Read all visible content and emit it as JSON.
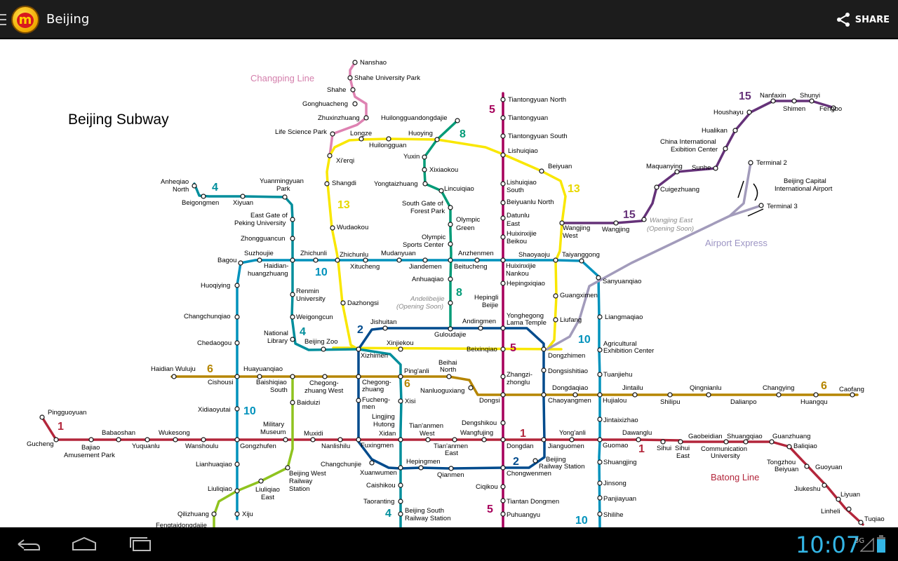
{
  "app": {
    "title": "Beijing",
    "share_label": "SHARE"
  },
  "map": {
    "title": "Beijing Subway",
    "line_labels": {
      "changping": "Changping Line",
      "airport": "Airport Express",
      "batong": "Batong Line",
      "l1a": "1",
      "l1b": "1",
      "l1c": "1",
      "l2a": "2",
      "l2b": "2",
      "l4a": "4",
      "l4b": "4",
      "l4c": "4",
      "l5a": "5",
      "l5b": "5",
      "l5c": "5",
      "l6a": "6",
      "l6b": "6",
      "l6c": "6",
      "l8a": "8",
      "l8b": "8",
      "l10a": "10",
      "l10b": "10",
      "l10c": "10",
      "l10d": "10",
      "l13a": "13",
      "l13b": "13",
      "l15a": "15",
      "l15b": "15"
    },
    "stations": {
      "nanshao": "Nanshao",
      "shahe_univ": "Shahe University Park",
      "shahe": "Shahe",
      "gonghuacheng": "Gonghuacheng",
      "zhuxinzhuang": "Zhuxinzhuang",
      "life_science": "Life Science Park",
      "huilongguandongdajie": "Huilongguandongdajie",
      "longze": "Longze",
      "huoying": "Huoying",
      "huilongguan": "Huilongguan",
      "xierqi": "Xi'erqi",
      "yuxin": "Yuxin",
      "xixiaokou": "Xixiaokou",
      "shangdi": "Shangdi",
      "yongtaizhuang": "Yongtaizhuang",
      "lincuiqiao": "Lincuiqiao",
      "south_gate_1": "South Gate of",
      "south_gate_2": "Forest Park",
      "wudaokou": "Wudaokou",
      "olympic_green_1": "Olympic",
      "olympic_green_2": "Green",
      "olympic_sports_1": "Olympic",
      "olympic_sports_2": "Sports Center",
      "anheqiao_north_1": "Anheqiao",
      "anheqiao_north_2": "North",
      "beigongmen": "Beigongmen",
      "xiyuan": "Xiyuan",
      "yuanmingyuan_1": "Yuanmingyuan",
      "yuanmingyuan_2": "Park",
      "peking_univ_1": "East Gate of",
      "peking_univ_2": "Peking University",
      "zhongguancun": "Zhongguancun",
      "bagou": "Bagou",
      "suzhoujie": "Suzhoujie",
      "haidianhuangzhuang_1": "Haidian-",
      "haidianhuangzhuang_2": "huangzhuang",
      "zhichunli": "Zhichunli",
      "zhichunlu": "Zhichunlu",
      "xitucheng": "Xitucheng",
      "mudanyuan": "Mudanyuan",
      "jiandemen": "Jiandemen",
      "beitucheng": "Beitucheng",
      "anzhenmen": "Anzhenmen",
      "huixinxijie_beikou_1": "Huixinxijie",
      "huixinxijie_beikou_2": "Beikou",
      "huixinxijie_nankou_1": "Huixinxijie",
      "huixinxijie_nankou_2": "Nankou",
      "shaoyaoju": "Shaoyaoju",
      "taiyanggong": "Taiyanggong",
      "tiantongyuan_north": "Tiantongyuan North",
      "tiantongyuan": "Tiantongyuan",
      "tiantongyuan_south": "Tiantongyuan South",
      "lishuiqiao": "Lishuiqiao",
      "lishuiqiao_south_1": "Lishuiqiao",
      "lishuiqiao_south_2": "South",
      "beiyuanlu_north": "Beiyuanlu North",
      "datunlu_east_1": "Datunlu",
      "datunlu_east_2": "East",
      "beiyuan": "Beiyuan",
      "wangjing_west_1": "Wangjing",
      "wangjing_west_2": "West",
      "wangjing": "Wangjing",
      "wangjing_east_1": "Wangjing East",
      "wangjing_east_2": "(Opening Soon)",
      "nanfaxin": "Nanfaxin",
      "shunyi": "Shunyi",
      "houshayu": "Houshayu",
      "shimen": "Shimen",
      "fengbo": "Fengbo",
      "hualikan": "Hualikan",
      "china_exhibition_1": "China International",
      "china_exhibition_2": "Exibition Center",
      "maquanying": "Maquanying",
      "sunhe": "Sunhe",
      "cuigezhuang": "Cuigezhuang",
      "terminal2": "Terminal 2",
      "terminal3": "Terminal 3",
      "capital_airport_1": "Beijing Capital",
      "capital_airport_2": "International Airport",
      "huoqiying": "Huoqiying",
      "renmin_univ_1": "Renmin",
      "renmin_univ_2": "University",
      "anhuaqiao": "Anhuaqiao",
      "andelibeijie_1": "Andelibeijie",
      "andelibeijie_2": "(Opening Soon)",
      "hepingli_beijie_1": "Hepingli",
      "hepingli_beijie_2": "Beijie",
      "hepingxiqiao": "Hepingxiqiao",
      "sanyuanqiao": "Sanyuanqiao",
      "guangximen": "Guangximen",
      "liangmaqiao": "Liangmaqiao",
      "changchunqiao": "Changchunqiao",
      "weigongcun": "Weigongcun",
      "dazhongsi": "Dazhongsi",
      "jishuitan": "Jishuitan",
      "andingmen": "Andingmen",
      "yonghegong_1": "Yonghegong",
      "yonghegong_2": "Lama Temple",
      "guloudajie": "Guloudajie",
      "liufang": "Liufang",
      "chedaogou": "Chedaogou",
      "national_library_1": "National",
      "national_library_2": "Library",
      "beijing_zoo": "Beijing Zoo",
      "xinjiekou": "Xinjiekou",
      "xizhimen": "Xizhimen",
      "beixinqiao": "Beixinqiao",
      "dongzhimen": "Dongzhimen",
      "agricultural_1": "Agricultural",
      "agricultural_2": "Exhibition Center",
      "haidian_wuluju": "Haidian Wuluju",
      "huayuanqiao": "Huayuanqiao",
      "pinganli": "Ping'anli",
      "beihai_north_1": "Beihai",
      "beihai_north_2": "North",
      "dongsishitiao": "Dongsishitiao",
      "tuanjiehu": "Tuanjiehu",
      "cishousi": "Cishousi",
      "baishiqiao_south_1": "Baishiqiao",
      "baishiqiao_south_2": "South",
      "chegongzhuang_west_1": "Chegong-",
      "chegongzhuang_west_2": "zhuang West",
      "chegongzhuang_1": "Chegong-",
      "chegongzhuang_2": "zhuang",
      "nanluoguxiang": "Nanluoguxiang",
      "zhangzizhonglu_1": "Zhangzi-",
      "zhangzizhonglu_2": "zhonglu",
      "dongdaqiao": "Dongdaqiao",
      "jintailu": "Jintailu",
      "qingnianlu": "Qingnianlu",
      "changying": "Changying",
      "caofang": "Caofang",
      "dongsi": "Dongsi",
      "chaoyangmen": "Chaoyangmen",
      "hujialou": "Hujialou",
      "shilipu": "Shilipu",
      "dalianpo": "Dalianpo",
      "huangqu": "Huangqu",
      "xidiaoyutai": "Xidiaoyutai",
      "baiduizi": "Baiduizi",
      "fuchengmen_1": "Fucheng-",
      "fuchengmen_2": "men",
      "xisi": "Xisi",
      "jintaixizhao": "Jintaixizhao",
      "pingguoyuan": "Pingguoyuan",
      "military_museum_1": "Military",
      "military_museum_2": "Museum",
      "lingjing_1": "Lingjing",
      "lingjing_2": "Hutong",
      "tiananmen_west_1": "Tian'anmen",
      "tiananmen_west_2": "West",
      "dengshikou": "Dengshikou",
      "wangfujing": "Wangfujing",
      "yonganli": "Yong'anli",
      "dawanglu": "Dawanglu",
      "gaobeidian": "Gaobeidian",
      "shuangqiao": "Shuangqiao",
      "guanzhuang": "Guanzhuang",
      "gucheng": "Gucheng",
      "bajiao_1": "Bajiao",
      "bajiao_2": "Amusement Park",
      "babaoshan": "Babaoshan",
      "yuquanlu": "Yuquanlu",
      "wukesong": "Wukesong",
      "wanshoulu": "Wanshoulu",
      "gongzhufen": "Gongzhufen",
      "muxidi": "Muxidi",
      "nanlishilu": "Nanlishilu",
      "xidan": "Xidan",
      "fuxingmen": "Fuxingmen",
      "tiananmen_east_1": "Tian'anmen",
      "tiananmen_east_2": "East",
      "dongdan": "Dongdan",
      "jianguomen": "Jianguomen",
      "guomao": "Guomao",
      "sihui": "Sihui",
      "sihui_east_1": "Sihui",
      "sihui_east_2": "East",
      "comm_univ_1": "Communication",
      "comm_univ_2": "University",
      "baliqiao": "Baliqiao",
      "tongzhou_beiyuan_1": "Tongzhou",
      "tongzhou_beiyuan_2": "Beiyuan",
      "guoyuan": "Guoyuan",
      "jiukeshu": "Jiukeshu",
      "liyuan": "Liyuan",
      "linheli": "Linheli",
      "tuqiao": "Tuqiao",
      "lianhuaqiao": "Lianhuaqiao",
      "changchunjie": "Changchunjie",
      "xuanwumen": "Xuanwumen",
      "hepingmen": "Hepingmen",
      "qianmen": "Qianmen",
      "chongwenmen": "Chongwenmen",
      "beijing_railway_1": "Beijing",
      "beijing_railway_2": "Railway Station",
      "shuangjing": "Shuangjing",
      "beijing_west_1": "Beijing West",
      "beijing_west_2": "Railway",
      "beijing_west_3": "Station",
      "caishikou": "Caishikou",
      "ciqikou": "Ciqikou",
      "jinsong": "Jinsong",
      "liuliqiao": "Liuliqiao",
      "liuliqiao_east_1": "Liuliqiao",
      "liuliqiao_east_2": "East",
      "taoranting": "Taoranting",
      "tiantan_dongmen": "Tiantan Dongmen",
      "panjiayuan": "Panjiayuan",
      "qilizhuang": "Qilizhuang",
      "xiju": "Xiju",
      "beijing_south_1": "Beijing South",
      "beijing_south_2": "Railway Station",
      "puhuangyu": "Puhuangyu",
      "shilihe": "Shilihe",
      "fengtai": "Fengtaidongdajie"
    }
  },
  "status": {
    "clock": "10:07",
    "network": "3G",
    "battery_level": 0.85
  },
  "colors": {
    "line1": "#b3263b",
    "line2": "#004b8d",
    "line4": "#008e9c",
    "line5": "#a6005b",
    "line6": "#b58500",
    "line8": "#009b77",
    "line10": "#0092bc",
    "line13": "#f9e700",
    "line15": "#653279",
    "changping": "#de82b2",
    "airport": "#a29bbb",
    "batong": "#b3263b",
    "line9": "#8fc31f",
    "clock": "#33b5e5"
  }
}
